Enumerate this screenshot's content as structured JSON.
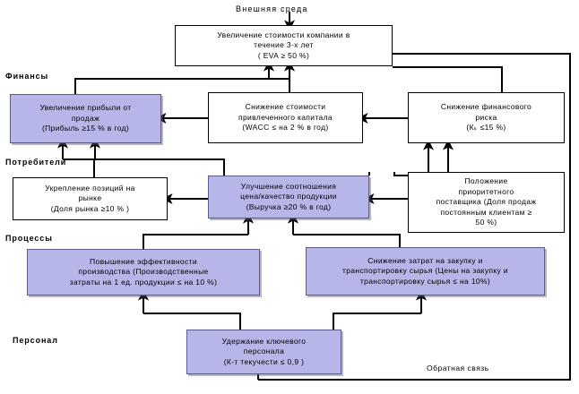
{
  "diagram": {
    "title_label": "Внешняя среда",
    "feedback_label": "Обратная связь",
    "accent_fill": "#b6b6e8",
    "accent_border": "#5a5a8c",
    "line_color": "#000000",
    "perspectives": [
      {
        "key": "finance",
        "label": "Финансы"
      },
      {
        "key": "customers",
        "label": "Потребители"
      },
      {
        "key": "processes",
        "label": "Процессы"
      },
      {
        "key": "personnel",
        "label": "Персонал"
      }
    ],
    "nodes": {
      "goal": "Увеличение стоимости компании в\nтечение 3-х лет\n( EVA ≥ 50 %)",
      "profit": "Увеличение прибыли от\nпродаж\n(Прибыль ≥15 % в год)",
      "wacc": "Снижение стоимости\nпривлеченного капитала\n(WACC ≤ на 2 % в год)",
      "risk": "Снижение финансового\nриска\n(Кₖ ≤15 %)",
      "market": "Укрепление позиций на\nрынке\n(Доля рынка ≥10 % )",
      "priceq": "Улучшение соотношения\nцена/качество продукции\n(Выручка ≥20 % в год)",
      "supplier": "Положение\nприоритетного\nпоставщика (Доля продаж\nпостоянным клиентам ≥\n50 %)",
      "production": "Повышение эффективности\nпроизводства (Производственные\nзатраты на 1 ед. продукции ≤ на 10 %)",
      "procurement": "Снижение затрат на закупку и\nтранспортировку сырья (Цены на закупку и\nтранспортировку сырья ≤ на 10%)",
      "staff": "Удержание ключевого\nперсонала\n(К-т текучести ≤ 0,9 )"
    }
  }
}
